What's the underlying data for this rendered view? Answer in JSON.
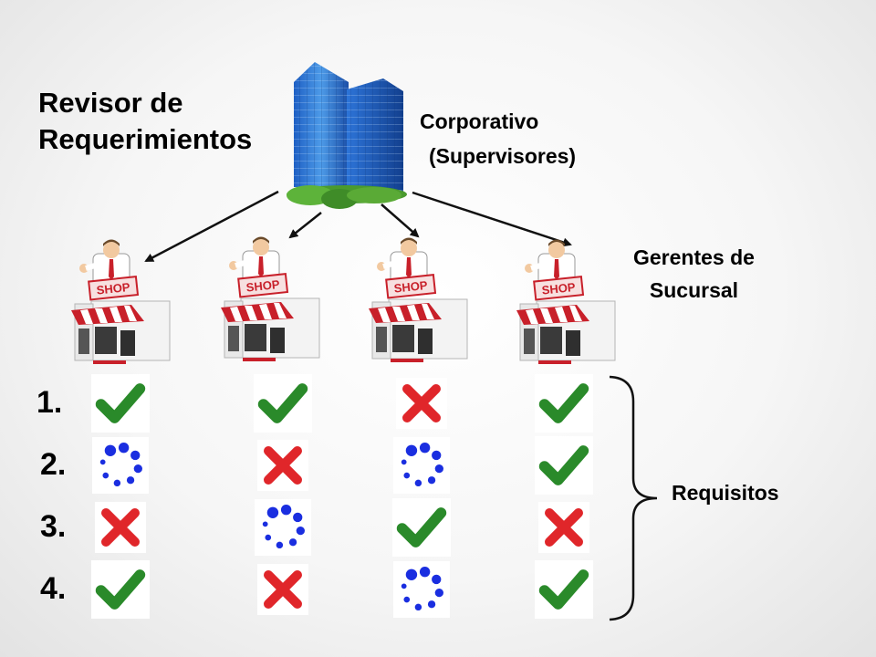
{
  "title": {
    "line1": "Revisor de",
    "line2": "Requerimientos"
  },
  "corporate": {
    "line1": "Corporativo",
    "line2": "(Supervisores)"
  },
  "managers": {
    "line1": "Gerentes de",
    "line2": "Sucursal"
  },
  "shop_sign": "SHOP",
  "requirements_label": "Requisitos",
  "requirements": [
    {
      "number": "1.",
      "status": [
        "check",
        "check",
        "cross",
        "check"
      ]
    },
    {
      "number": "2.",
      "status": [
        "pending",
        "cross",
        "pending",
        "check"
      ]
    },
    {
      "number": "3.",
      "status": [
        "cross",
        "pending",
        "check",
        "cross"
      ]
    },
    {
      "number": "4.",
      "status": [
        "check",
        "cross",
        "pending",
        "check"
      ]
    }
  ],
  "status_legend": {
    "check": "green-checkmark-icon",
    "cross": "red-x-icon",
    "pending": "blue-loading-dots-icon"
  },
  "colors": {
    "check": "#2a8a2a",
    "cross": "#e0262a",
    "pending": "#1a2ee0",
    "awning": "#c8202a"
  }
}
